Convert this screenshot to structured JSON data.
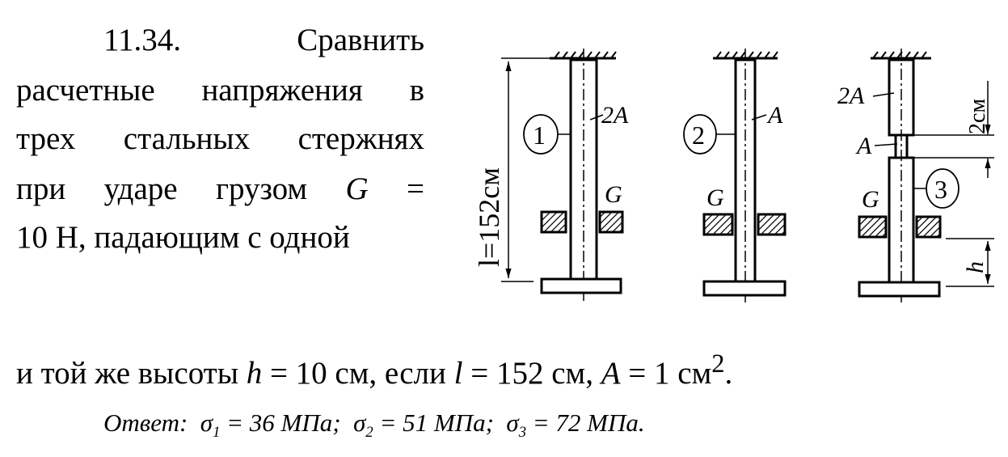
{
  "problem": {
    "number": "11.34.",
    "lines": [
      [
        "Сравнить"
      ],
      [
        "расчетные",
        "напряжения",
        "в"
      ],
      [
        "трех",
        "стальных",
        "стержнях"
      ],
      [
        "при",
        "ударе",
        "грузом",
        "G",
        "="
      ],
      [
        "10 Н, падающим с одной"
      ]
    ],
    "last_line": {
      "prefix": "и той же высоты ",
      "h_var": "h",
      "h_val": " = 10 см, если ",
      "l_var": "l",
      "l_val": " = 152 см, ",
      "a_var": "A",
      "a_val": " = 1 см",
      "exp": "2",
      "end": "."
    }
  },
  "answer": {
    "label": "Ответ:",
    "s1": "σ",
    "s1_sub": "1",
    "s1_val": " = 36 МПа;",
    "s2": "σ",
    "s2_sub": "2",
    "s2_val": " = 51 МПа;",
    "s3": "σ",
    "s3_sub": "3",
    "s3_val": " = 72 МПа."
  },
  "figure": {
    "length_label": "l=152см",
    "rod1": {
      "num": "1",
      "area": "2A",
      "load": "G"
    },
    "rod2": {
      "num": "2",
      "area": "A",
      "load": "G"
    },
    "rod3": {
      "num": "3",
      "upper_area": "2A",
      "neck_area": "A",
      "load": "G",
      "neck_len": "2см",
      "drop": "h"
    }
  }
}
